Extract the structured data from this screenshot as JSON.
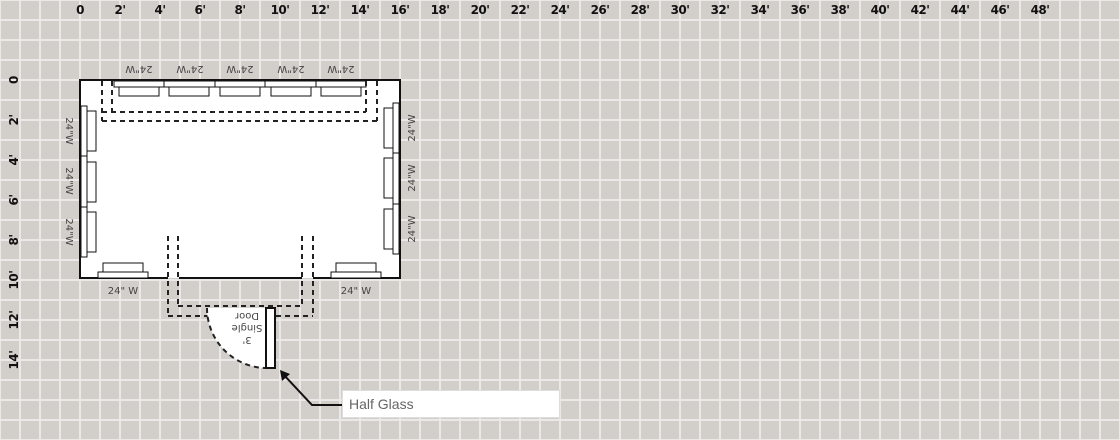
{
  "x_axis": {
    "ticks": [
      "0",
      "2'",
      "4'",
      "6'",
      "8'",
      "10'",
      "12'",
      "14'",
      "16'",
      "18'",
      "20'",
      "22'",
      "24'",
      "26'",
      "28'",
      "30'",
      "32'",
      "34'",
      "36'",
      "38'",
      "40'",
      "42'",
      "44'",
      "46'",
      "48'"
    ]
  },
  "y_axis": {
    "ticks": [
      "0",
      "2'",
      "4'",
      "6'",
      "8'",
      "10'",
      "12'",
      "14'"
    ]
  },
  "room": {
    "width_ft": 16,
    "depth_ft": 10,
    "top_panels": [
      "24\"W",
      "24\"W",
      "24\"W",
      "24\"W",
      "24\"W"
    ],
    "left_panels": [
      "24\"W",
      "24\"W",
      "24\"W"
    ],
    "right_panels": [
      "24\"W",
      "24\"W",
      "24\"W"
    ],
    "bottom_left_panel": "24\" W",
    "bottom_right_panel": "24\" W"
  },
  "door": {
    "label_line1": "3'",
    "label_line2": "Single",
    "label_line3": "Door"
  },
  "callout": {
    "text": "Half Glass"
  },
  "colors": {
    "background": "#d2ceca",
    "grid": "#ebe9e7",
    "wall": "#111111",
    "room_fill": "#ffffff"
  }
}
